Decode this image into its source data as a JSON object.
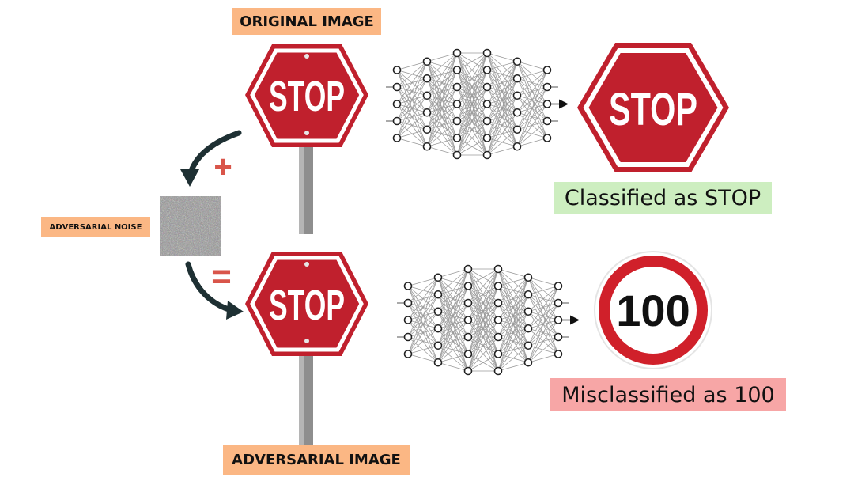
{
  "labels": {
    "original": "ORIGINAL IMAGE",
    "adversarial": "ADVERSARIAL IMAGE",
    "noise": "ADVERSARIAL NOISE"
  },
  "signs": {
    "stop_text": "STOP",
    "speed_text": "100"
  },
  "operators": {
    "plus": "+",
    "equals": "="
  },
  "results": {
    "classified": "Classified as STOP",
    "misclassified": "Misclassified as 100"
  },
  "colors": {
    "tag_orange": "#fbb784",
    "ok_green": "#cdeec0",
    "bad_red": "#f7a6a6",
    "stop_red": "#c0202d",
    "speed_red": "#d0202a",
    "operator_red": "#d9554a",
    "arrow": "#1e3033",
    "pole": "#8e8e8e"
  },
  "icons": [
    "stop-sign-icon",
    "speed-limit-sign-icon",
    "neural-network-icon",
    "noise-image-icon",
    "curved-arrow-icon"
  ]
}
